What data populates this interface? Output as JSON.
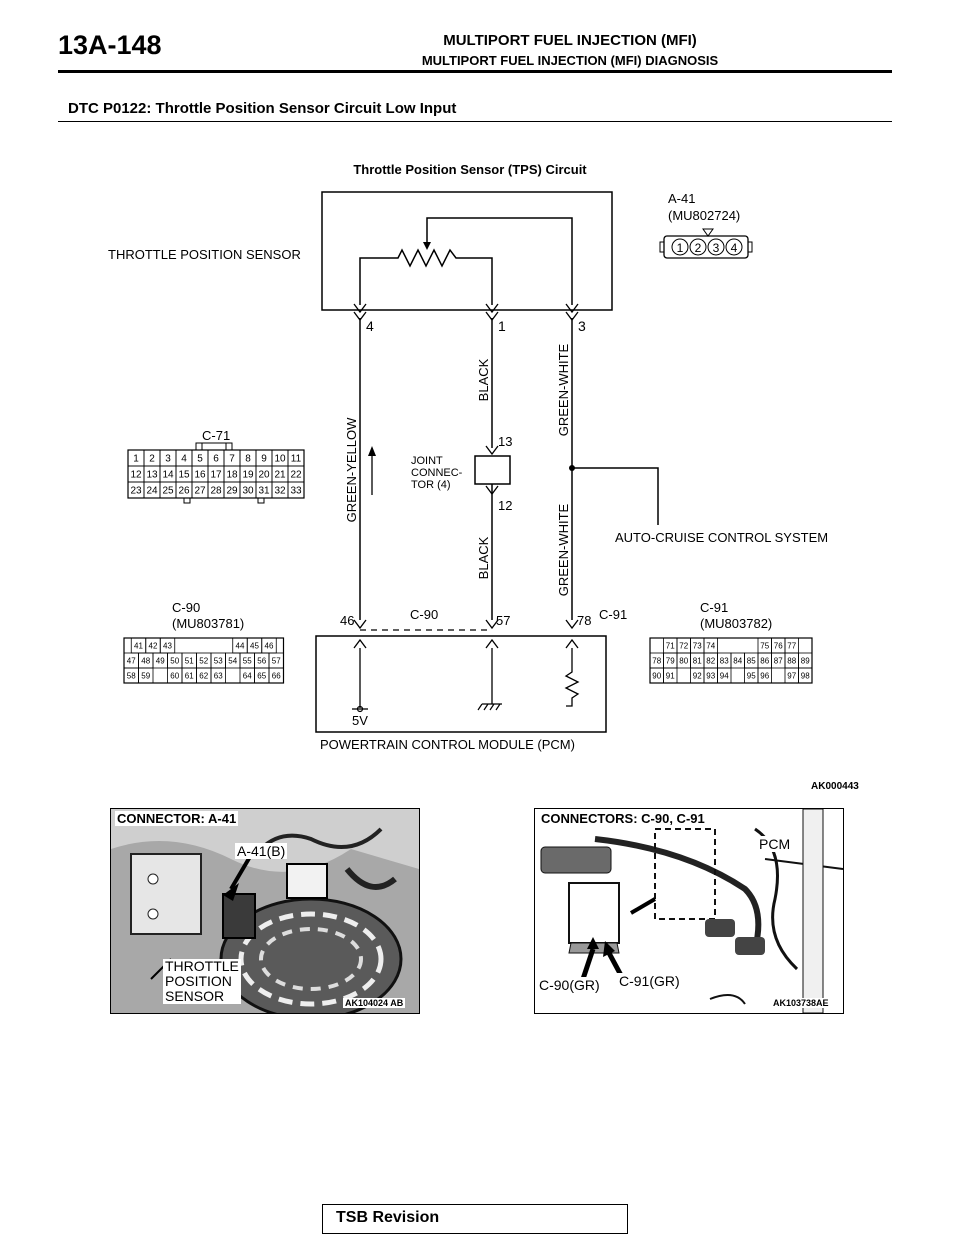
{
  "header": {
    "page_number": "13A-148",
    "title": "MULTIPORT FUEL INJECTION (MFI)",
    "subtitle": "MULTIPORT FUEL INJECTION (MFI) DIAGNOSIS"
  },
  "dtc_title": "DTC P0122: Throttle Position Sensor Circuit Low Input",
  "diagram": {
    "title": "Throttle Position Sensor (TPS) Circuit",
    "sensor_label": "THROTTLE POSITION SENSOR",
    "a41_label": "A-41",
    "a41_part": "(MU802724)",
    "a41_pins": [
      "1",
      "2",
      "3",
      "4"
    ],
    "pin_labels": [
      "4",
      "1",
      "3"
    ],
    "wire_green_yellow": "GREEN-YELLOW",
    "wire_black_upper": "BLACK",
    "wire_black_lower": "BLACK",
    "wire_green_white_upper": "GREEN-WHITE",
    "wire_green_white_lower": "GREEN-WHITE",
    "joint_connector_lines": [
      "JOINT",
      "CONNEC-",
      "TOR (4)"
    ],
    "joint_pin_top": "13",
    "joint_pin_bottom": "12",
    "auto_cruise": "AUTO-CRUISE CONTROL SYSTEM",
    "c71_label": "C-71",
    "c71_rows": [
      [
        "1",
        "2",
        "3",
        "4",
        "5",
        "6",
        "7",
        "8",
        "9",
        "10",
        "11"
      ],
      [
        "12",
        "13",
        "14",
        "15",
        "16",
        "17",
        "18",
        "19",
        "20",
        "21",
        "22"
      ],
      [
        "23",
        "24",
        "25",
        "26",
        "27",
        "28",
        "29",
        "30",
        "31",
        "32",
        "33"
      ]
    ],
    "c90_label": "C-90",
    "c90_part": "(MU803781)",
    "c90_rows": [
      [
        "41",
        "42",
        "43",
        "",
        "",
        "",
        "",
        "44",
        "45",
        "46"
      ],
      [
        "47",
        "48",
        "49",
        "50",
        "51",
        "52",
        "53",
        "54",
        "55",
        "56",
        "57"
      ],
      [
        "58",
        "59",
        "",
        "60",
        "61",
        "62",
        "63",
        "",
        "64",
        "65",
        "66"
      ]
    ],
    "c91_label": "C-91",
    "c91_part": "(MU803782)",
    "c91_rows": [
      [
        "71",
        "72",
        "73",
        "74",
        "",
        "",
        "",
        "75",
        "76",
        "77"
      ],
      [
        "78",
        "79",
        "80",
        "81",
        "82",
        "83",
        "84",
        "85",
        "86",
        "87",
        "88",
        "89"
      ],
      [
        "90",
        "91",
        "",
        "92",
        "93",
        "94",
        "",
        "95",
        "96",
        "",
        "97",
        "98"
      ]
    ],
    "pcm_pin_46": "46",
    "pcm_pin_57": "57",
    "pcm_pin_78": "78",
    "pcm_c90_label": "C-90",
    "pcm_c91_label": "C-91",
    "voltage": "5V",
    "pcm_label": "POWERTRAIN CONTROL MODULE (PCM)",
    "figure_code": "AK000443"
  },
  "photo_left": {
    "title": "CONNECTOR: A-41",
    "pointer_label": "A-41(B)",
    "part_lines": [
      "THROTTLE",
      "POSITION",
      "SENSOR"
    ],
    "code": "AK104024",
    "code_suffix": "AB"
  },
  "photo_right": {
    "title": "CONNECTORS: C-90, C-91",
    "pcm_label": "PCM",
    "c90_label": "C-90(GR)",
    "c91_label": "C-91(GR)",
    "code": "AK103738AE"
  },
  "footer": {
    "revision": "TSB Revision"
  }
}
